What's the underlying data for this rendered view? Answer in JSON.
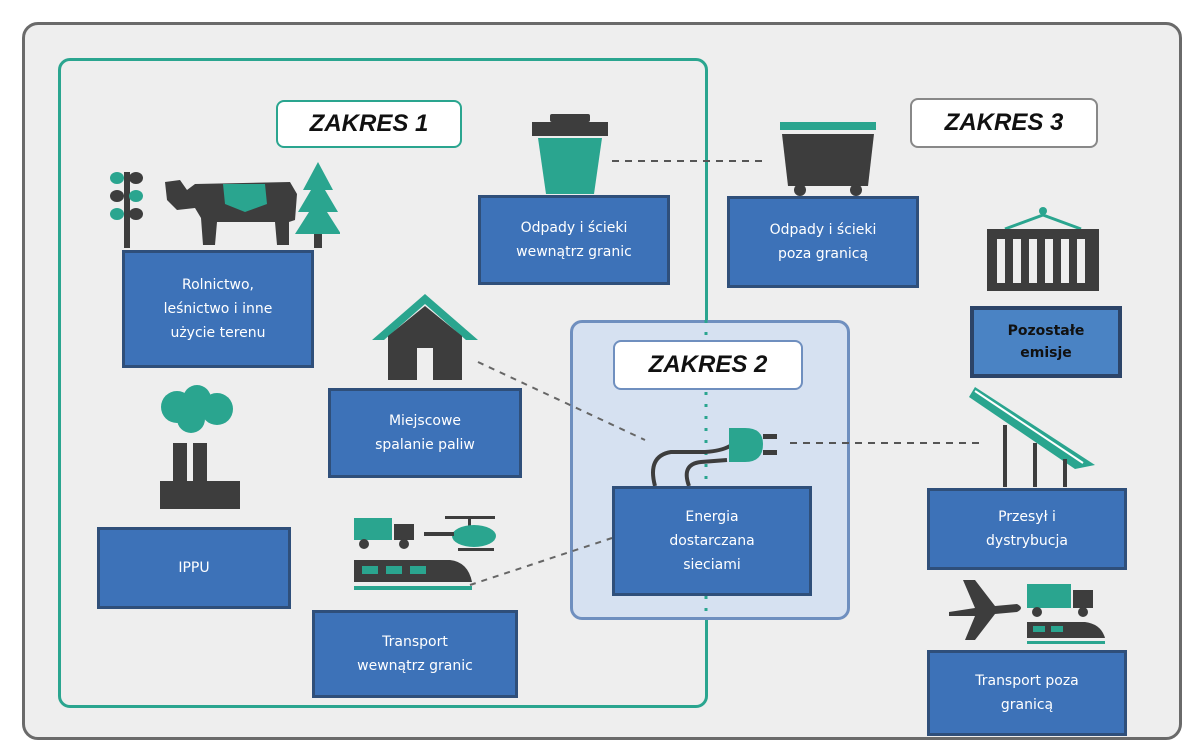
{
  "scopes": {
    "scope1": "ZAKRES 1",
    "scope2": "ZAKRES 2",
    "scope3": "ZAKRES 3"
  },
  "boxes": {
    "agriculture": "Rolnictwo,\nleśnictwo i inne\nużycie terenu",
    "ippu": "IPPU",
    "stationary": "Miejscowe\nspalanie paliw",
    "transport_in": "Transport\nwewnątrz granic",
    "waste_in": "Odpady i ścieki\nwewnątrz granic",
    "waste_out": "Odpady i ścieki\npoza granicą",
    "grid_energy": "Energia\ndostarczana\nsieciami",
    "transmission": "Przesył i\ndystrybucja",
    "transport_out": "Transport poza\ngranicą",
    "other": "Pozostałe\nemisje"
  },
  "colors": {
    "teal": "#2aa58f",
    "dark_gray": "#3d3d3d",
    "box_blue": "#3d72b8",
    "scope2_fill": "#d6e1f1"
  }
}
